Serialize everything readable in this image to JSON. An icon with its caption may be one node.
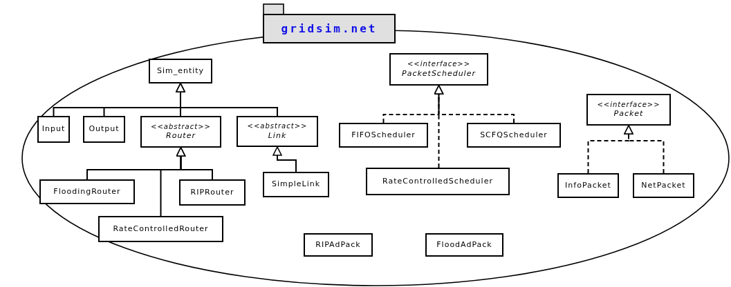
{
  "diagram": {
    "nodes": [
      {
        "text": [
          "gridsim.net"
        ]
      },
      {
        "text": [
          "Sim_entity"
        ],
        "in": 0
      },
      {
        "text": [
          "Input"
        ],
        "in": 0
      },
      {
        "text": [
          "Output"
        ],
        "in": 0
      },
      {
        "text": [
          "<<abstract>>",
          "Router"
        ],
        "in": 0
      },
      {
        "text": [
          "<<abstract>>",
          "Link"
        ],
        "in": 0
      },
      {
        "text": [
          "FloodingRouter"
        ],
        "in": 0
      },
      {
        "text": [
          "RIPRouter"
        ],
        "in": 0
      },
      {
        "text": [
          "RateControlledRouter"
        ],
        "in": 0
      },
      {
        "text": [
          "SimpleLink"
        ],
        "in": 0
      },
      {
        "text": [
          "<<interface>>",
          "PacketScheduler"
        ],
        "in": 0
      },
      {
        "text": [
          "FIFOScheduler"
        ],
        "in": 0
      },
      {
        "text": [
          "SCFQScheduler"
        ],
        "in": 0
      },
      {
        "text": [
          "RateControlledScheduler"
        ],
        "in": 0
      },
      {
        "text": [
          "<<interface>>",
          "Packet"
        ],
        "in": 0
      },
      {
        "text": [
          "InfoPacket"
        ],
        "in": 0
      },
      {
        "text": [
          "NetPacket"
        ],
        "in": 0
      },
      {
        "text": [
          "RIPAdPack"
        ],
        "in": 0
      },
      {
        "text": [
          "FloodAdPack"
        ],
        "in": 0
      }
    ],
    "edges": [
      {
        "from": 2,
        "to": 1,
        "arrow": "to"
      },
      {
        "from": 3,
        "to": 1,
        "arrow": "to"
      },
      {
        "from": 4,
        "to": 1,
        "arrow": "to"
      },
      {
        "from": 5,
        "to": 1,
        "arrow": "to"
      },
      {
        "from": 6,
        "to": 4,
        "arrow": "to"
      },
      {
        "from": 8,
        "to": 4,
        "arrow": "to"
      },
      {
        "from": 7,
        "to": 4,
        "arrow": "to"
      },
      {
        "from": 9,
        "to": 5,
        "arrow": "to"
      },
      {
        "from": 11,
        "to": 10,
        "arrow": "to",
        "style": "dashed"
      },
      {
        "from": 12,
        "to": 10,
        "arrow": "to",
        "style": "dashed"
      },
      {
        "from": 13,
        "to": 10,
        "arrow": "to",
        "style": "dashed"
      },
      {
        "from": 15,
        "to": 14,
        "arrow": "to",
        "style": "dashed"
      },
      {
        "from": 16,
        "to": 14,
        "arrow": "to",
        "style": "dashed"
      }
    ]
  }
}
